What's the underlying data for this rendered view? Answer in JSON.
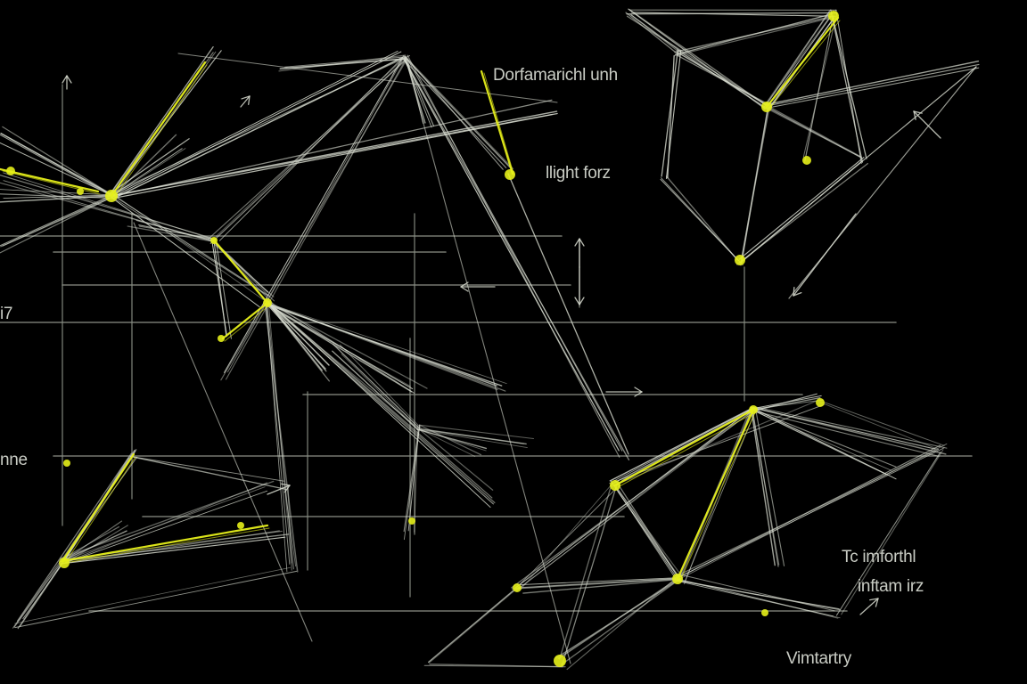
{
  "labels": {
    "top_label": "Dorfamarichl unh",
    "mid_label": "llight forz",
    "left_edge_upper": "i7",
    "left_edge_lower": "nne",
    "bottom_right_1": "Tc imforthl",
    "bottom_right_2": "inftam irz",
    "bottom_label": "Vimtartry"
  },
  "colors": {
    "background": "#000000",
    "line": "#d8dcd0",
    "line_dim": "#8a8e84",
    "accent": "#e6ef1a",
    "text": "#c9ccc4"
  }
}
